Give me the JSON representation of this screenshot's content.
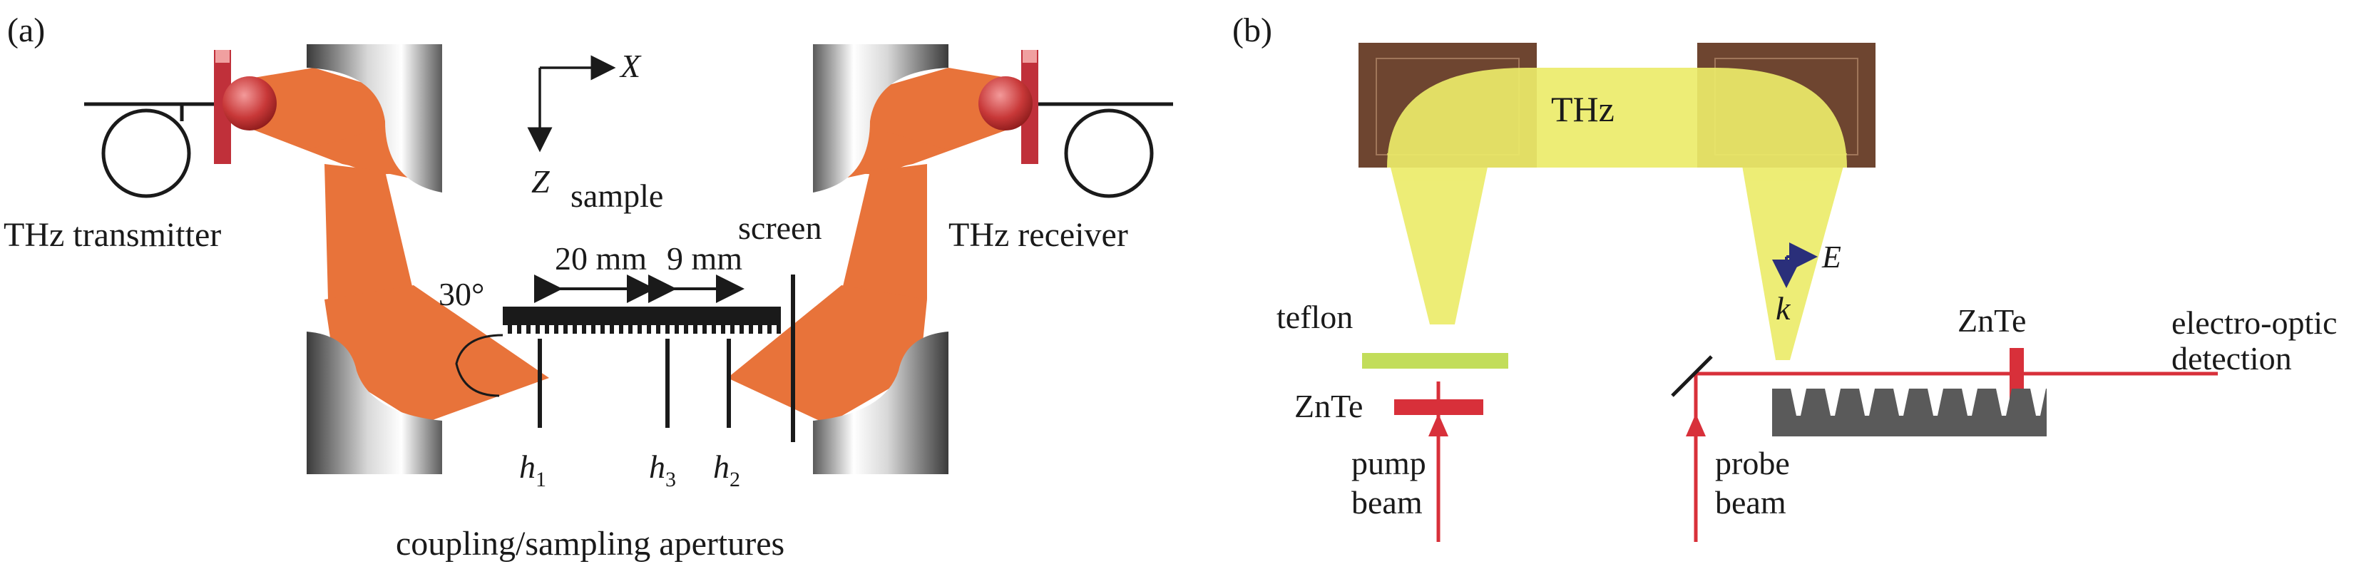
{
  "panel_a": {
    "panel_label": "(a)",
    "axis_x": "X",
    "axis_z": "Z",
    "sample": "sample",
    "screen": "screen",
    "transmitter": "THz transmitter",
    "receiver": "THz receiver",
    "angle": "30°",
    "dist_1": "20 mm",
    "dist_2": "9 mm",
    "aperture_h1_base": "h",
    "aperture_h1_sub": "1",
    "aperture_h3_base": "h",
    "aperture_h3_sub": "3",
    "aperture_h2_base": "h",
    "aperture_h2_sub": "2",
    "caption": "coupling/sampling apertures"
  },
  "panel_b": {
    "panel_label": "(b)",
    "thz": "THz",
    "teflon": "teflon",
    "znte_left": "ZnTe",
    "znte_right": "ZnTe",
    "pump_line1": "pump",
    "pump_line2": "beam",
    "probe_line1": "probe",
    "probe_line2": "beam",
    "field_e": "E",
    "field_k": "k",
    "eo_line1": "electro-optic",
    "eo_line2": "detection"
  },
  "colors": {
    "thz_beam_orange": "#e8733a",
    "thz_beam_yellow": "#ecec6a",
    "mirror_metal": "#8a8a8a",
    "mirror_brown": "#7a4e36",
    "laser_red": "#d8303a",
    "teflon_green": "#c2dd5a",
    "grating_gray": "#5a5a5a"
  }
}
